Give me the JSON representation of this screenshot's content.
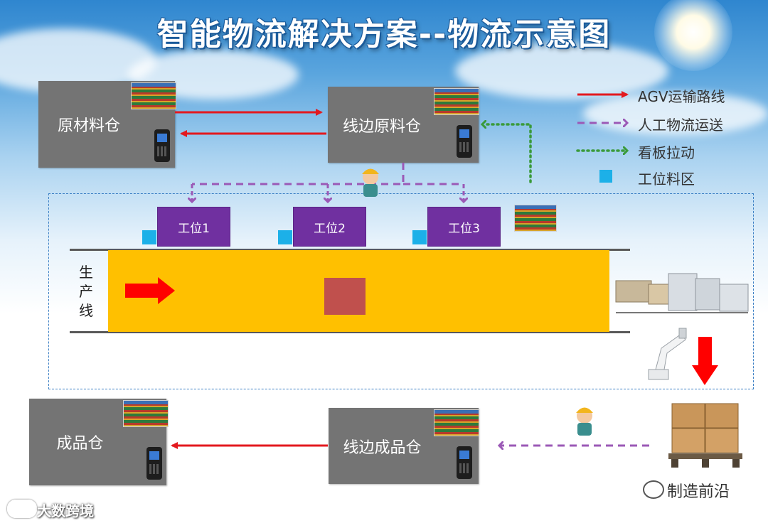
{
  "title": "智能物流解决方案--物流示意图",
  "warehouses": {
    "raw_material": "原材料仓",
    "line_side_raw": "线边原料仓",
    "finished_goods": "成品仓",
    "line_side_finished": "线边成品仓"
  },
  "stations": [
    "工位1",
    "工位2",
    "工位3"
  ],
  "production_line_label": "生产线",
  "legend": {
    "agv": "AGV运输路线",
    "manual": "人工物流运送",
    "kanban": "看板拉动",
    "station_bin": "工位料区"
  },
  "colors": {
    "agv_route": "#e3191f",
    "manual_route": "#9b59b6",
    "kanban_route": "#3a9a3a",
    "station_fill": "#7030a0",
    "bin": "#1cb0e8",
    "belt": "#ffc000"
  },
  "watermarks": {
    "bottom_left": "大数跨境",
    "bottom_right": "制造前沿"
  },
  "icons": [
    "handheld-terminal-icon",
    "kanban-screen-icon",
    "worker-icon",
    "robot-arm-icon",
    "pallet-boxes-icon",
    "packaging-machine-icon",
    "wechat-icon"
  ]
}
